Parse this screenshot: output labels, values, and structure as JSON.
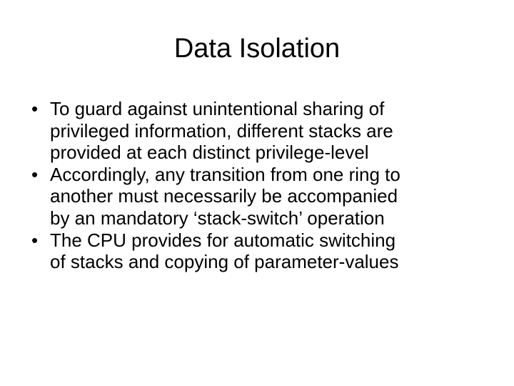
{
  "slide": {
    "title": "Data Isolation",
    "bullet_marker": "•",
    "bullets": [
      {
        "text": "To guard against unintentional sharing of\nprivileged information, different stacks are\nprovided at each distinct privilege-level"
      },
      {
        "text": "Accordingly, any transition from one ring to\nanother must necessarily be accompanied\nby an mandatory ‘stack-switch’ operation"
      },
      {
        "text": "The CPU provides for automatic switching\nof stacks and copying of parameter-values"
      }
    ]
  }
}
